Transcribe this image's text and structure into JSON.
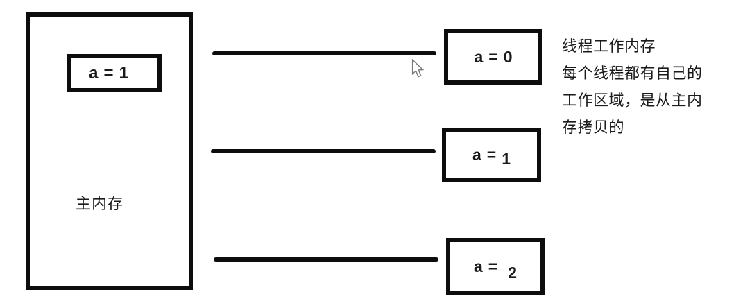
{
  "diagram": {
    "main_memory": {
      "label": "主内存",
      "variable": {
        "name": "a",
        "eq": "=",
        "value": "1"
      }
    },
    "threads": [
      {
        "name": "a",
        "eq": "=",
        "value": "0"
      },
      {
        "name": "a",
        "eq": "=",
        "value": "1"
      },
      {
        "name": "a",
        "eq": "=",
        "value": "2"
      }
    ],
    "annotation": {
      "lines": [
        "线程工作内存",
        "每个线程都有自己的",
        "工作区域，是从主内",
        "存拷贝的"
      ]
    },
    "colors": {
      "stroke": "#0d0d0d",
      "text": "#1a1a1a",
      "background": "#ffffff"
    }
  }
}
